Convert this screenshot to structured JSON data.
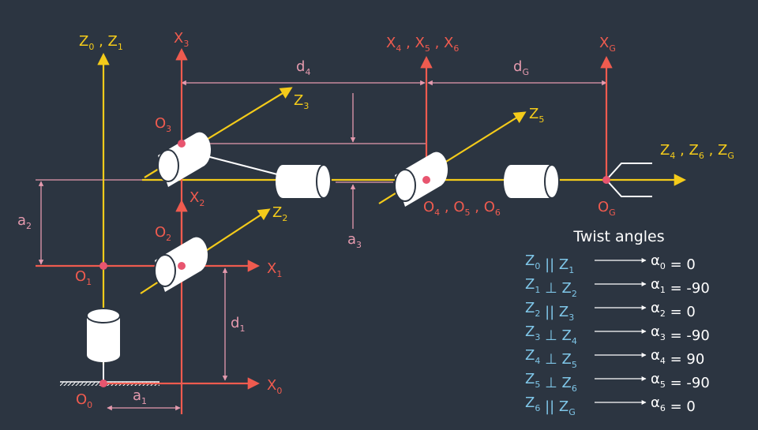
{
  "colors": {
    "background": "#2c3541",
    "axis_red": "#ef5b4f",
    "axis_yellow": "#f4cb1a",
    "dim_pink": "#e59aae",
    "joint_white": "#ffffff",
    "relation_blue": "#7fc6e8"
  },
  "frames": {
    "z0z1": {
      "a": "Z",
      "as": "0",
      "b": "Z",
      "bs": "1"
    },
    "x3": {
      "a": "X",
      "as": "3"
    },
    "x456": {
      "a": "X",
      "as": "4",
      "b": "X",
      "bs": "5",
      "c": "X",
      "cs": "6"
    },
    "xg": {
      "a": "X",
      "as": "G"
    },
    "z3": {
      "a": "Z",
      "as": "3"
    },
    "z5": {
      "a": "Z",
      "as": "5"
    },
    "z2": {
      "a": "Z",
      "as": "2"
    },
    "x2": {
      "a": "X",
      "as": "2"
    },
    "x1": {
      "a": "X",
      "as": "1"
    },
    "x0": {
      "a": "X",
      "as": "0"
    },
    "z46g": {
      "a": "Z",
      "as": "4",
      "b": "Z",
      "bs": "6",
      "c": "Z",
      "cs": "G"
    }
  },
  "origins": {
    "o3": {
      "a": "O",
      "as": "3"
    },
    "o2": {
      "a": "O",
      "as": "2"
    },
    "o1": {
      "a": "O",
      "as": "1"
    },
    "o0": {
      "a": "O",
      "as": "0"
    },
    "og": {
      "a": "O",
      "as": "G"
    },
    "o456": {
      "a": "O",
      "as": "4",
      "b": "O",
      "bs": "5",
      "c": "O",
      "cs": "6"
    }
  },
  "dims": {
    "d4": {
      "a": "d",
      "as": "4"
    },
    "dg": {
      "a": "d",
      "as": "G"
    },
    "a2": {
      "a": "a",
      "as": "2"
    },
    "a3": {
      "a": "a",
      "as": "3"
    },
    "d1": {
      "a": "d",
      "as": "1"
    },
    "a1": {
      "a": "a",
      "as": "1"
    }
  },
  "twist": {
    "title": "Twist angles",
    "rows": [
      {
        "l": "Z",
        "ls": "0",
        "op": "||",
        "r": "Z",
        "rs": "1",
        "alpha": "α",
        "as": "0",
        "value": "= 0"
      },
      {
        "l": "Z",
        "ls": "1",
        "op": "⊥",
        "r": "Z",
        "rs": "2",
        "alpha": "α",
        "as": "1",
        "value": "= -90"
      },
      {
        "l": "Z",
        "ls": "2",
        "op": "||",
        "r": "Z",
        "rs": "3",
        "alpha": "α",
        "as": "2",
        "value": "= 0"
      },
      {
        "l": "Z",
        "ls": "3",
        "op": "⊥",
        "r": "Z",
        "rs": "4",
        "alpha": "α",
        "as": "3",
        "value": "= -90"
      },
      {
        "l": "Z",
        "ls": "4",
        "op": "⊥",
        "r": "Z",
        "rs": "5",
        "alpha": "α",
        "as": "4",
        "value": "= 90"
      },
      {
        "l": "Z",
        "ls": "5",
        "op": "⊥",
        "r": "Z",
        "rs": "6",
        "alpha": "α",
        "as": "5",
        "value": "= -90"
      },
      {
        "l": "Z",
        "ls": "6",
        "op": "||",
        "r": "Z",
        "rs": "G",
        "alpha": "α",
        "as": "6",
        "value": "= 0"
      }
    ]
  }
}
